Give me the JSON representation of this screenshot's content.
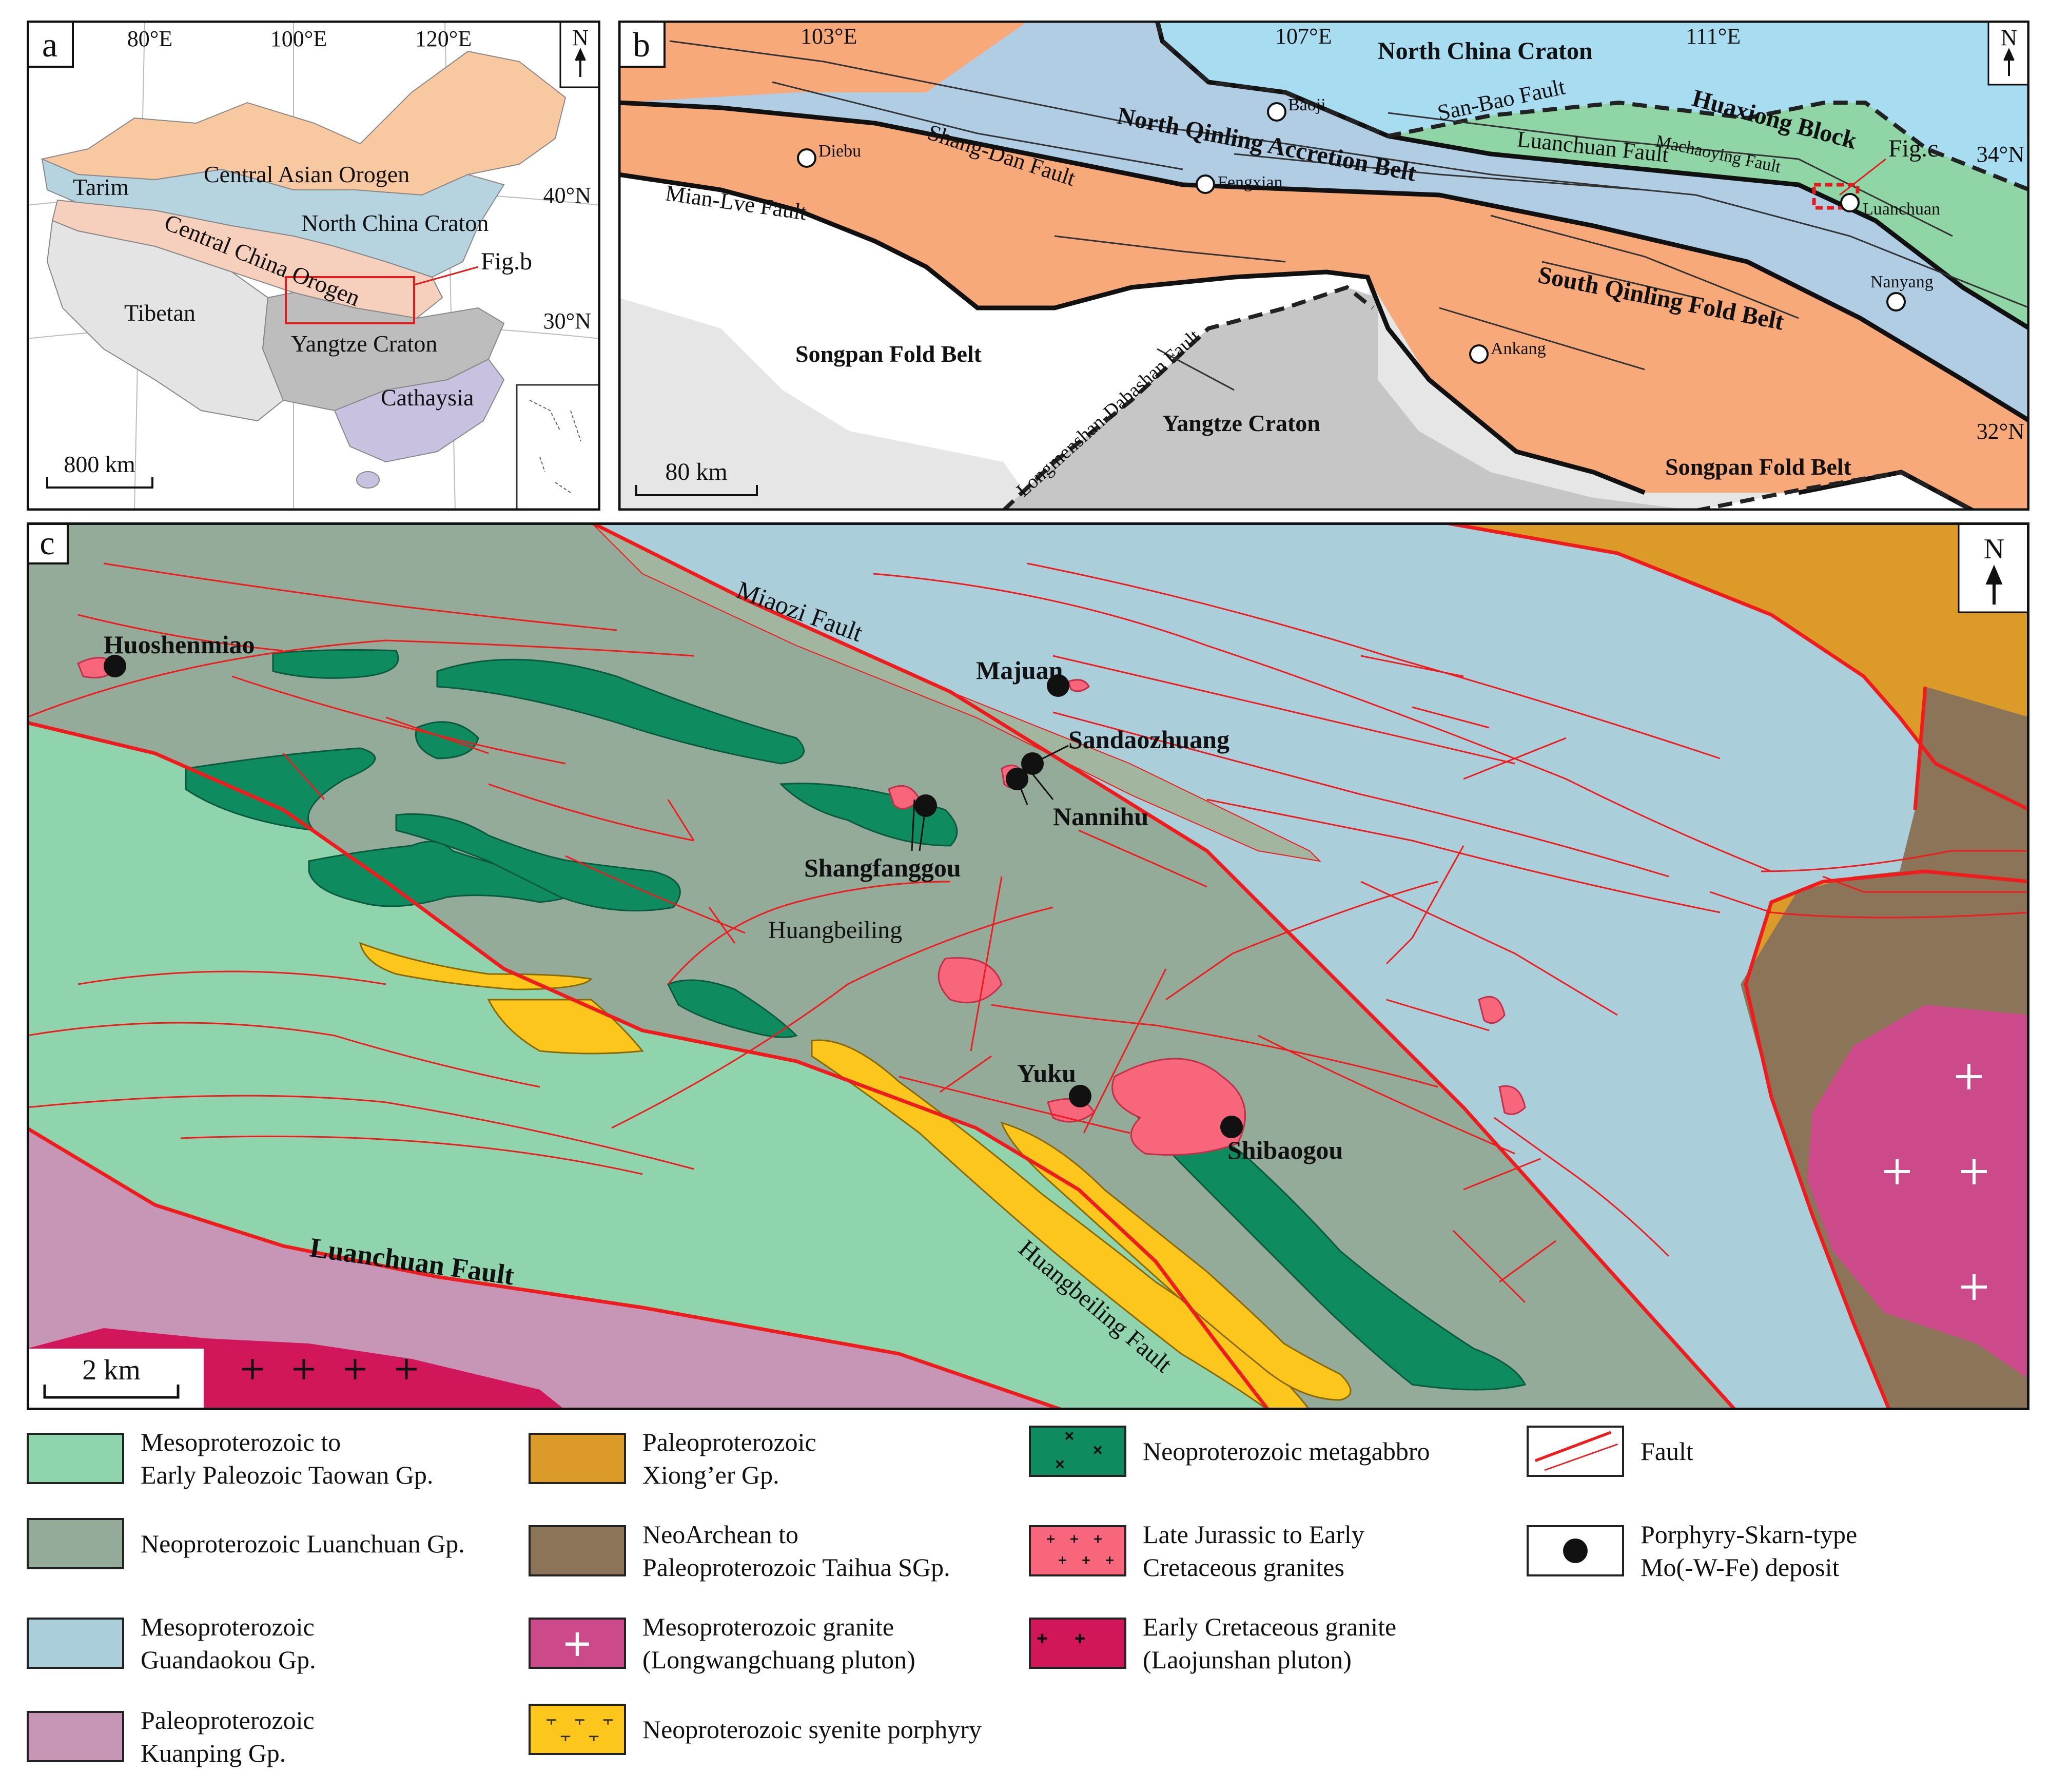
{
  "panel_a": {
    "label": "a",
    "north": "N",
    "lon_labels": [
      "80°E",
      "100°E",
      "120°E"
    ],
    "lat_labels": [
      "40°N",
      "30°N"
    ],
    "regions": {
      "tarim": "Tarim",
      "central_asian_orogen": "Central Asian Orogen",
      "north_china_craton": "North China Craton",
      "central_china_orogen": "Central China Orogen",
      "tibetan": "Tibetan",
      "yangtze_craton": "Yangtze Craton",
      "cathaysia": "Cathaysia"
    },
    "fig_ref": "Fig.b",
    "scale": "800 km",
    "colors": {
      "orogen": "#f8c9a0",
      "craton": "#b6d3e0",
      "central_orogen": "#f7d0bd",
      "tibetan": "#e4e4e4",
      "yangtze": "#bdbdbd",
      "cathaysia": "#c8c2e0"
    }
  },
  "panel_b": {
    "label": "b",
    "north": "N",
    "lon_labels": [
      "103°E",
      "107°E",
      "111°E"
    ],
    "lat_labels": [
      "34°N",
      "32°N"
    ],
    "regions": {
      "north_china_craton": "North China Craton",
      "huaxiong_block": "Huaxiong Block",
      "north_qinling": "North Qinling Accretion Belt",
      "south_qinling": "South Qinling Fold Belt",
      "songpan_1": "Songpan Fold Belt",
      "songpan_2": "Songpan Fold Belt",
      "yangtze": "Yangtze Craton"
    },
    "faults": {
      "san_bao": "San-Bao Fault",
      "luanchuan": "Luanchuan Fault",
      "machaoying": "Machaoying Fault",
      "shang_dan": "Shang-Dan  Fault",
      "mian_lve": "Mian-Lve Fault",
      "longmenshan": "Longmenshan-Dabashan Fault"
    },
    "cities": [
      "Baoji",
      "Diebu",
      "Fengxian",
      "Luanchuan",
      "Nanyang",
      "Ankang"
    ],
    "fig_ref": "Fig.c",
    "scale": "80 km",
    "colors": {
      "ncc": "#a8dcf0",
      "huaxiong": "#8fd5a6",
      "nqab": "#b0cde3",
      "sq": "#f8a97a",
      "songpan": "#e6e6e6",
      "yangtze": "#c6c6c6"
    }
  },
  "panel_c": {
    "label": "c",
    "north": "N",
    "scale": "2 km",
    "deposits": [
      "Huoshenmiao",
      "Majuan",
      "Sandaozhuang",
      "Nannihu",
      "Shangfanggou",
      "Yuku",
      "Shibaogou"
    ],
    "place_labels": [
      "Huangbeiling"
    ],
    "faults": {
      "miaozi": "Miaozi Fault",
      "luanchuan": "Luanchuan Fault",
      "huangbeiling": "Huangbeiling Fault"
    },
    "colors": {
      "taowan": "#90d4ae",
      "luanchuan_gp": "#94ab9a",
      "guandaokou": "#abcedb",
      "kuanping": "#c795b5",
      "xionger": "#dc9b28",
      "taihua": "#8c7458",
      "longwangchuang": "#cc4a8a",
      "syenite": "#fcc61c",
      "metagabbro": "#0e8c60",
      "granite_jk": "#f8667c",
      "laojunshan": "#d2165a",
      "fault": "#ee1c1c"
    }
  },
  "legend": [
    {
      "key": "taowan",
      "text": "Mesoproterozoic to\nEarly Paleozoic  Taowan Gp."
    },
    {
      "key": "luanchuan_gp",
      "text": "Neoproterozoic Luanchuan Gp."
    },
    {
      "key": "guandaokou",
      "text": "Mesoproterozoic\nGuandaokou Gp."
    },
    {
      "key": "kuanping",
      "text": "Paleoproterozoic\nKuanping Gp."
    },
    {
      "key": "xionger",
      "text": "Paleoproterozoic\nXiong’er Gp."
    },
    {
      "key": "taihua",
      "text": "NeoArchean to\nPaleoproterozoic Taihua SGp."
    },
    {
      "key": "longwangchuang",
      "text": "Mesoproterozoic granite\n(Longwangchuang pluton)"
    },
    {
      "key": "syenite",
      "text": "Neoproterozoic syenite porphyry"
    },
    {
      "key": "metagabbro",
      "text": "Neoproterozoic metagabbro"
    },
    {
      "key": "granite_jk",
      "text": "Late Jurassic to Early\nCretaceous granites"
    },
    {
      "key": "laojunshan",
      "text": "Early Cretaceous granite\n(Laojunshan pluton)"
    },
    {
      "key": "fault",
      "text": "Fault"
    },
    {
      "key": "deposit",
      "text": "Porphyry-Skarn-type\nMo(-W-Fe) deposit"
    }
  ]
}
